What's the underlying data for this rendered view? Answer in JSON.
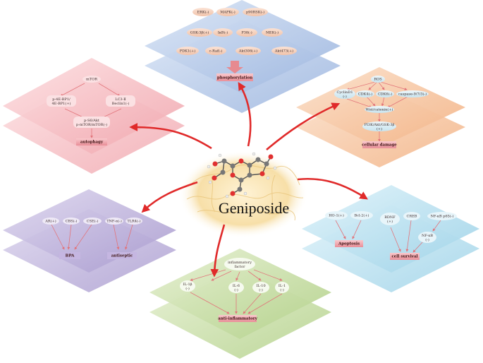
{
  "center": {
    "title": "Geniposide"
  },
  "colors": {
    "blue": "#b6c8e6",
    "orange": "#f7c7a3",
    "pink": "#f6c1c6",
    "purple": "#c7bddf",
    "cyan": "#bfe3f1",
    "green": "#cfe2b0",
    "arrow": "#e03a3a",
    "outcome": "#f4b0b6"
  },
  "panels": {
    "phosphorylation": {
      "nodes": [
        "ERK(-)",
        "MAPK(-)",
        "p90RSK(-)",
        "GSK-3β(+)",
        "IκB(-)",
        "P38(-)",
        "MEK(-)",
        "PDK1(+)",
        "c-Raf(-)",
        "Akt308(+)",
        "Akt473(+)"
      ],
      "outcome": "phosphorylation"
    },
    "cellular_damage": {
      "nodes": [
        "ROS",
        "CyclinD1\n(-)",
        "CDK4(-)",
        "CDK6(-)",
        "caspase-9/7/3(-)",
        "Wnt/catenin(+)",
        "PI3K/Akt/GSK-3β\n(+)"
      ],
      "outcome": "cellular damage"
    },
    "autophagy": {
      "nodes": [
        "mTOR",
        "p-4E-BP1/\n4E-BP1(+)",
        "LC3-Ⅱ\nBeclin1(-)",
        "p-S6/Akt\np-mTOR/mTOR(-)"
      ],
      "outcome": "autophagy"
    },
    "bpa": {
      "nodes": [
        "AR(+)",
        "CBS(-)",
        "CSE(-)",
        "TNF-α(-)",
        "TLR4(-)"
      ],
      "outcomes": [
        "BPA",
        "antiseptic"
      ]
    },
    "cell_survival": {
      "nodes": [
        "HO-1(+)",
        "Bcl-2(+)",
        "BDNF\n(+)",
        "CREB",
        "NF-κB p65(-)",
        "NF-κB\n(-)"
      ],
      "outcomes": [
        "Apoptosis",
        "cell survival"
      ]
    },
    "anti_inflammatory": {
      "nodes": [
        "inflammatory\nfactor",
        "IL-1β\n(-)",
        "IL-6\n(-)",
        "IL-10\n(-)",
        "IL-1\n(-)"
      ],
      "outcome": "anti-inflammatory"
    }
  }
}
